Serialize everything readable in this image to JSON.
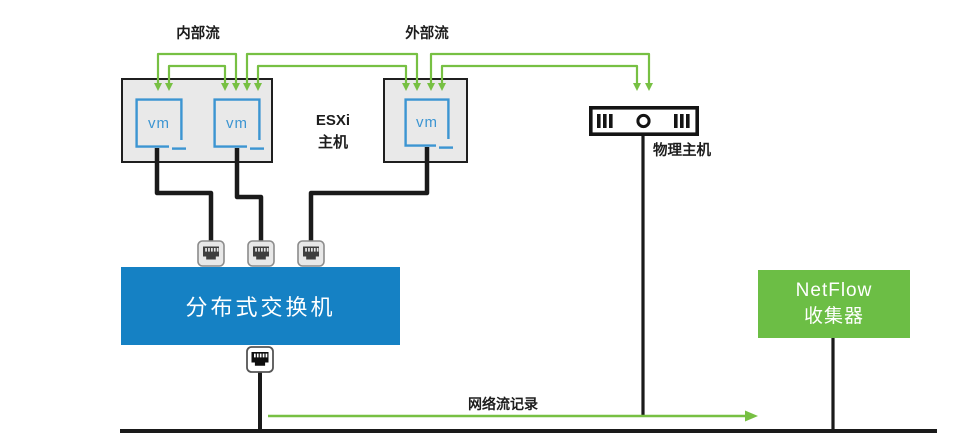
{
  "diagram": {
    "labels": {
      "internal_flow": "内部流",
      "external_flow": "外部流",
      "esxi_host_line1": "ESXi",
      "esxi_host_line2": "主机",
      "vm": "vm",
      "physical_host": "物理主机",
      "distributed_switch": "分布式交换机",
      "netflow_line1": "NetFlow",
      "netflow_line2": "收集器",
      "flow_record": "网络流记录"
    },
    "icons": {
      "nic": "ethernet-port-icon",
      "uplink_nic": "ethernet-port-uplink-icon",
      "server": "physical-server-icon"
    },
    "colors": {
      "flow_green": "#77c043",
      "collector_green": "#6cbe45",
      "switch_blue": "#1581c4",
      "vm_blue": "#3c95d2",
      "host_fill": "#e9e9e9",
      "line_black": "#1a1a1a"
    }
  }
}
